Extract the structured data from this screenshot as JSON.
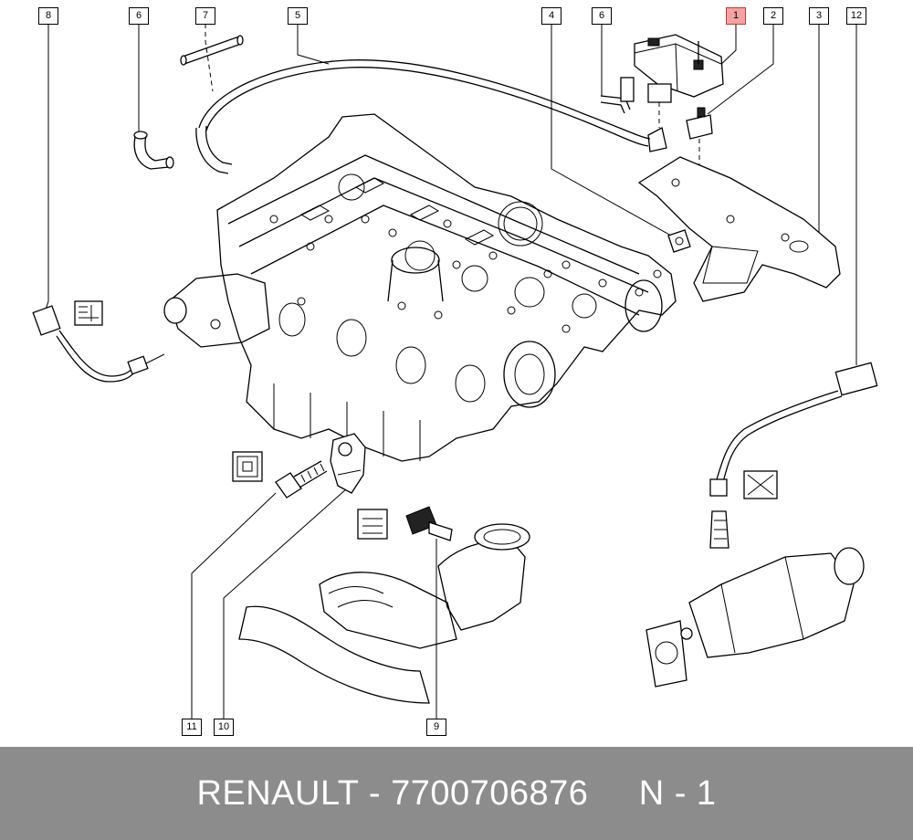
{
  "callouts": [
    {
      "id": "c8",
      "label": "8"
    },
    {
      "id": "c6a",
      "label": "6"
    },
    {
      "id": "c7",
      "label": "7"
    },
    {
      "id": "c5",
      "label": "5"
    },
    {
      "id": "c4",
      "label": "4"
    },
    {
      "id": "c6b",
      "label": "6"
    },
    {
      "id": "c1",
      "label": "1",
      "highlighted": true
    },
    {
      "id": "c2",
      "label": "2"
    },
    {
      "id": "c3",
      "label": "3"
    },
    {
      "id": "c12",
      "label": "12"
    },
    {
      "id": "c11",
      "label": "11"
    },
    {
      "id": "c10",
      "label": "10"
    },
    {
      "id": "c9",
      "label": "9"
    }
  ],
  "footer": {
    "text": "RENAULT - 7700706876     N - 1"
  },
  "colors": {
    "footer_bg": "#8c8c8c",
    "highlight_bg": "#f3a3a3",
    "highlight_border": "#c43a3a"
  }
}
